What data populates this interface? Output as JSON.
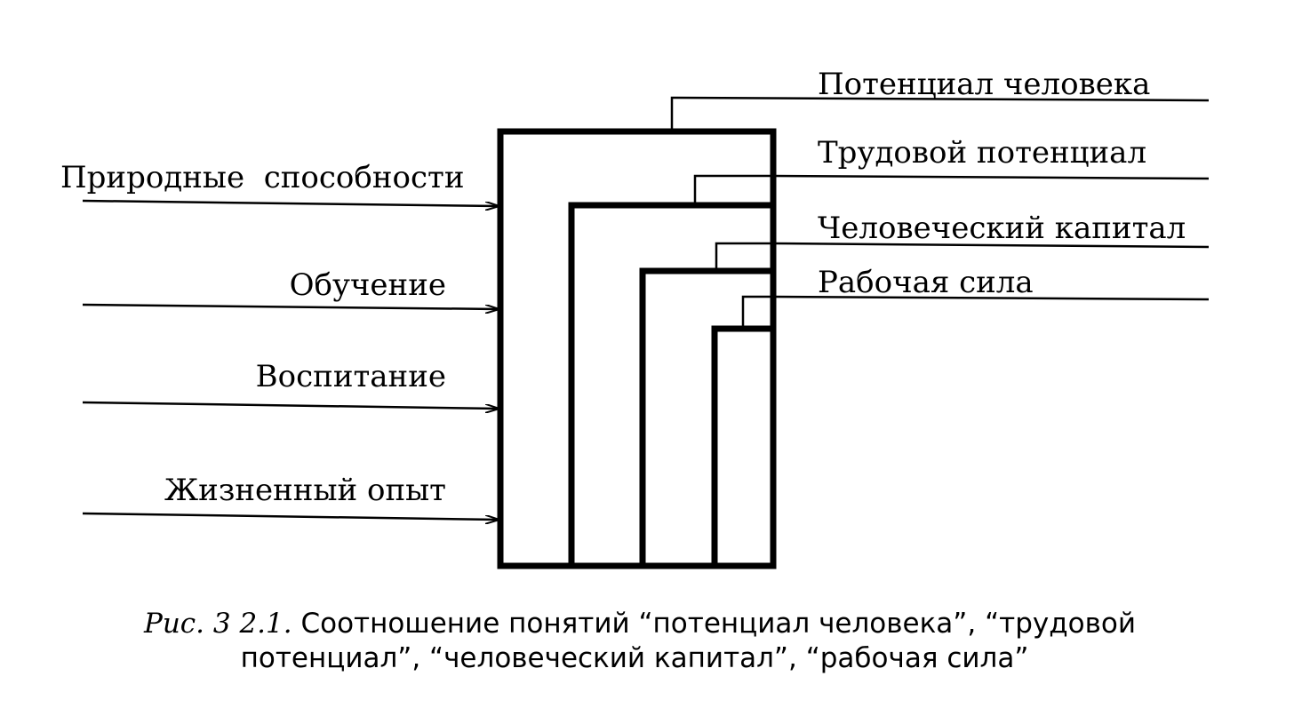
{
  "inputs": {
    "natural_abilities": "Природные  способности",
    "education": "Обучение",
    "upbringing": "Воспитание",
    "life_experience": "Жизненный опыт"
  },
  "outputs": {
    "human_potential": "Потенциал человека",
    "labor_potential": "Трудовой потенциал",
    "human_capital": "Человеческий капитал",
    "labor_force": "Рабочая сила"
  },
  "caption": {
    "figure_ref": "Рис. 3 2.1.",
    "line1_text": " Соотношение понятий “потенциал человека”, “трудовой",
    "line2_text": "потенциал”, “человеческий капитал”, “рабочая сила”"
  }
}
